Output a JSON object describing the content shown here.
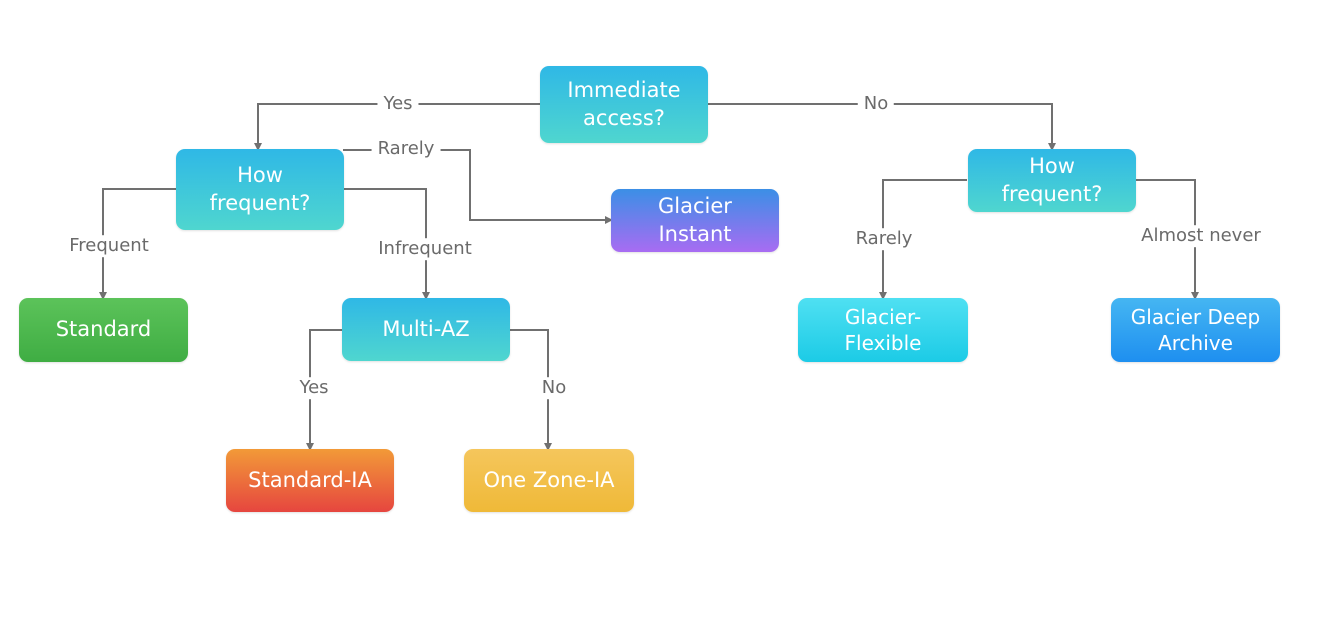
{
  "nodes": {
    "immediate_access": "Immediate\naccess?",
    "how_frequent_left": "How\nfrequent?",
    "how_frequent_right": "How\nfrequent?",
    "glacier_instant": "Glacier\nInstant",
    "standard": "Standard",
    "multi_az": "Multi-AZ",
    "standard_ia": "Standard-IA",
    "one_zone_ia": "One Zone-IA",
    "glacier_flexible": "Glacier-\nFlexible",
    "glacier_deep_archive": "Glacier Deep\nArchive"
  },
  "edge_labels": {
    "yes_top": "Yes",
    "no_top": "No",
    "rarely_left": "Rarely",
    "frequent": "Frequent",
    "infrequent": "Infrequent",
    "yes_bottom": "Yes",
    "no_bottom": "No",
    "rarely_right": "Rarely",
    "almost_never": "Almost never"
  },
  "colors": {
    "connector": "#707070",
    "label_text": "#6a6a6a"
  }
}
